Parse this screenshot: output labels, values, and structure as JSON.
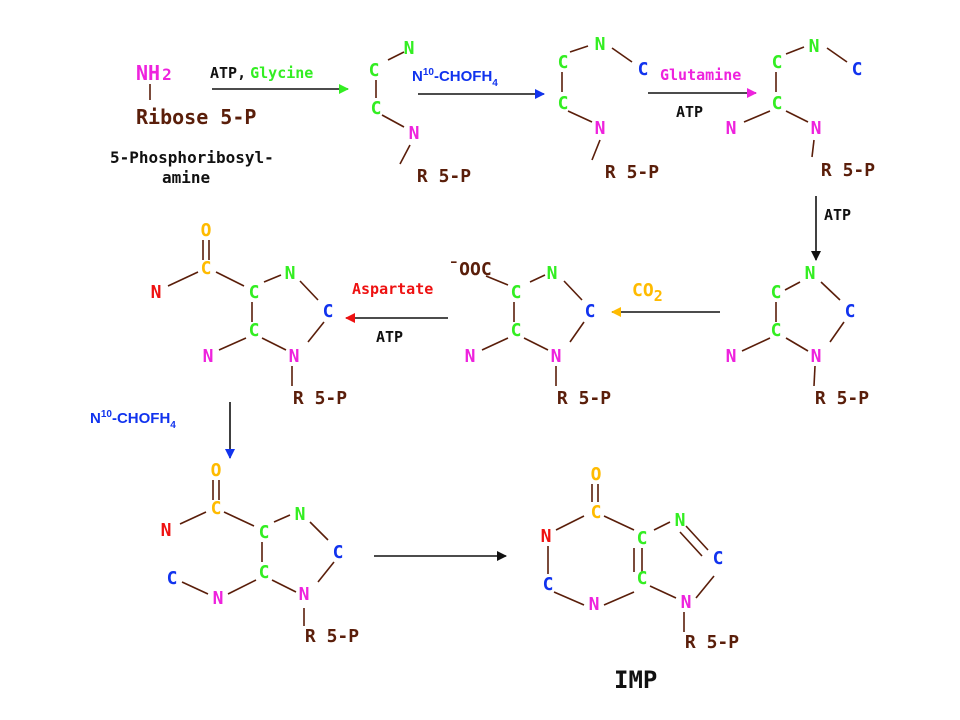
{
  "colors": {
    "brown": "#5a1e0a",
    "green": "#33ee22",
    "magenta": "#ee22dd",
    "blue": "#1133ee",
    "red": "#ee1111",
    "orange": "#ffbb00",
    "black": "#111111",
    "darkblue": "#1e3c96"
  },
  "start": {
    "nh": "NH",
    "nh_sub": "2",
    "ribose": "Ribose 5-P",
    "name_line1": "5-Phosphoribosyl-",
    "name_line2": "amine"
  },
  "atoms": {
    "C": "C",
    "N": "N",
    "O": "O",
    "R5P": "R 5-P",
    "OOC": "¯OOC"
  },
  "reagents": {
    "atp": "ATP",
    "atp_comma": "ATP,",
    "glycine": "Glycine",
    "glutamine": "Glutamine",
    "aspartate": "Aspartate",
    "co": "CO",
    "co_sub": "2",
    "formyl_main": "N",
    "formyl_sup": "10",
    "formyl_mid": "-CHOFH",
    "formyl_sub": "4"
  },
  "product": {
    "name": "IMP"
  }
}
